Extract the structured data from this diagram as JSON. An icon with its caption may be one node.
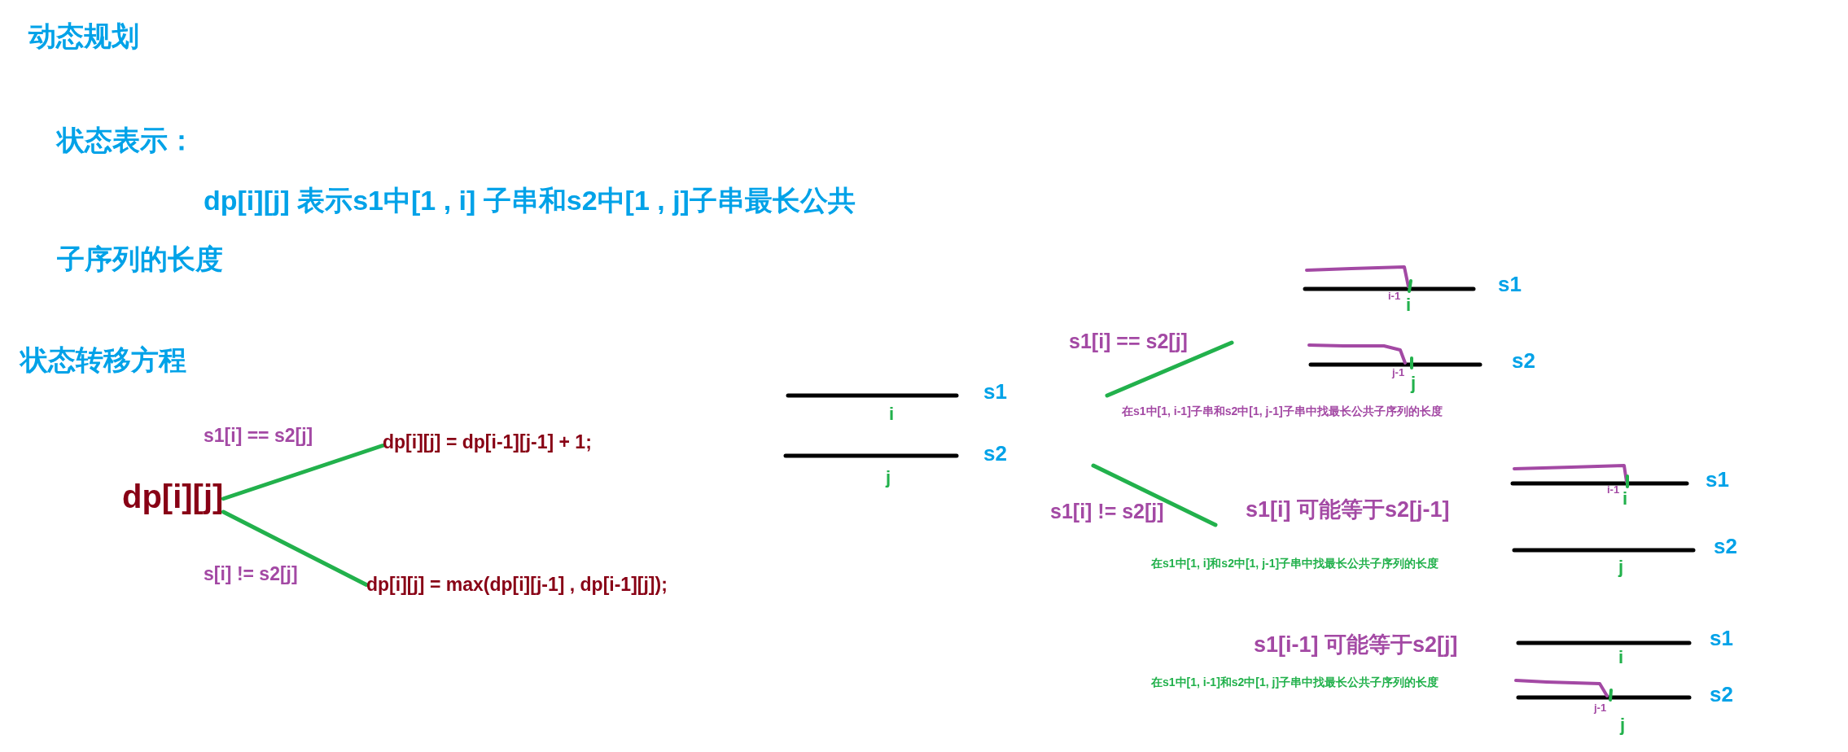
{
  "diagram": {
    "title": "动态规划",
    "nodes": [
      {
        "text": [
          "dp[i][j]"
        ]
      },
      {
        "text": [
          "dp[i][j] = dp[i-1][j-1] + 1;"
        ]
      },
      {
        "text": [
          "dp[i][j] = max(dp[i][j-1] , dp[i-1][j]);"
        ]
      }
    ],
    "edges": [
      {
        "from": 0,
        "to": 1,
        "arrow": "none",
        "label": "s1[i] == s2[j]"
      },
      {
        "from": 0,
        "to": 2,
        "arrow": "none",
        "label": "s[i] != s2[j]"
      }
    ],
    "labels": [
      "状态表示：",
      "dp[i][j] 表示s1中[1 , i] 子串和s2中[1 , j]子串最长公共子序列的长度",
      "状态转移方程",
      "s1",
      "i",
      "s2",
      "j",
      "s1",
      "i-1",
      "i",
      "s1[i] == s2[j]",
      "s2",
      "j-1",
      "j",
      "在s1中[1, i-1]子串和s2中[1, j-1]子串中找最长公共子序列的长度",
      "s1",
      "i-1",
      "i",
      "s1[i] != s2[j]",
      "s1[i] 可能等于s2[j-1]",
      "s2",
      "在s1中[1, i]和s2中[1, j-1]子串中找最长公共子序列的长度",
      "j",
      "s1[i-1] 可能等于s2[j]",
      "s1",
      "i",
      "在s1中[1, i-1]和s2中[1, j]子串中找最长公共子序列的长度",
      "s2",
      "j-1",
      "j"
    ]
  }
}
